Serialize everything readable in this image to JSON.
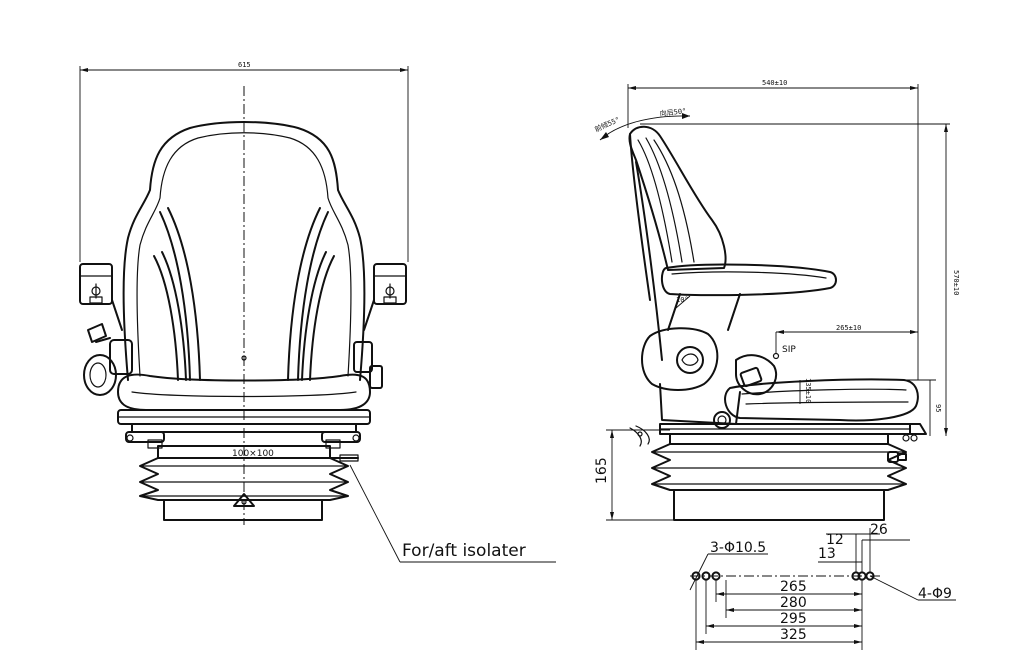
{
  "front_view": {
    "width_dim": "615",
    "base_label": "100×100",
    "callout": "For/aft isolater"
  },
  "side_view": {
    "depth_dim": "540±10",
    "recline_fwd": "前倾55°",
    "recline_back": "向后50°",
    "height_dim": "570±10",
    "sip_dim": "265±10",
    "sip_label": "SIP",
    "seat_angle": "10°",
    "sip_height_dim": "135±10",
    "cushion_dim": "95",
    "base_height_dim": "165"
  },
  "hole_pattern": {
    "holes_a": "3-Φ10.5",
    "holes_b": "4-Φ9",
    "dims": [
      "12",
      "26",
      "13",
      "265",
      "280",
      "295",
      "325"
    ]
  }
}
